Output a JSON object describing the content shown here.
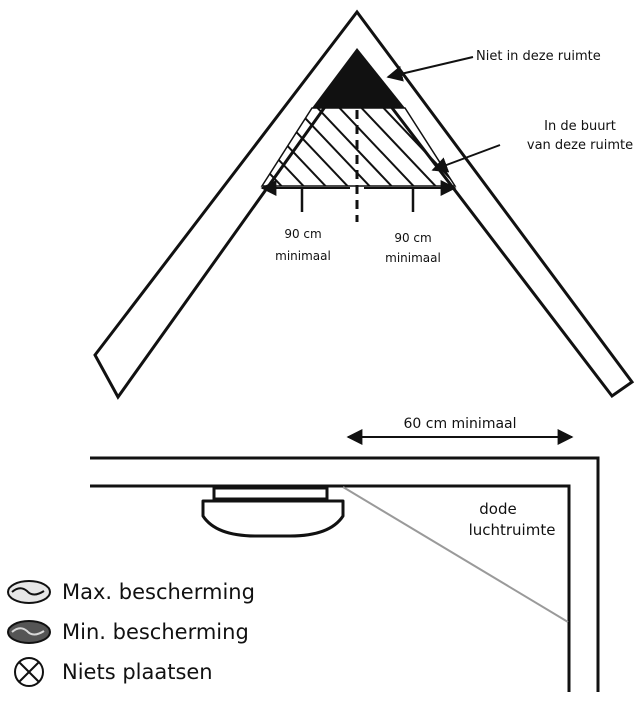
{
  "roof": {
    "label_not_here": "Niet in deze ruimte",
    "label_near_1": "In de buurt",
    "label_near_2": "van deze ruimte",
    "dim_left_1": "90 cm",
    "dim_left_2": "minimaal",
    "dim_right_1": "90 cm",
    "dim_right_2": "minimaal"
  },
  "ceiling": {
    "dim_label": "60 cm minimaal",
    "dead_air_1": "dode",
    "dead_air_2": "luchtruimte"
  },
  "legend": {
    "max_label": "Max. bescherming",
    "min_label": "Min. bescherming",
    "none_label": "Niets plaatsen"
  },
  "colors": {
    "line": "#111111",
    "dead_air_line": "#9a9a9a",
    "max_fill": "#e6e6e6",
    "min_fill": "#555555"
  }
}
